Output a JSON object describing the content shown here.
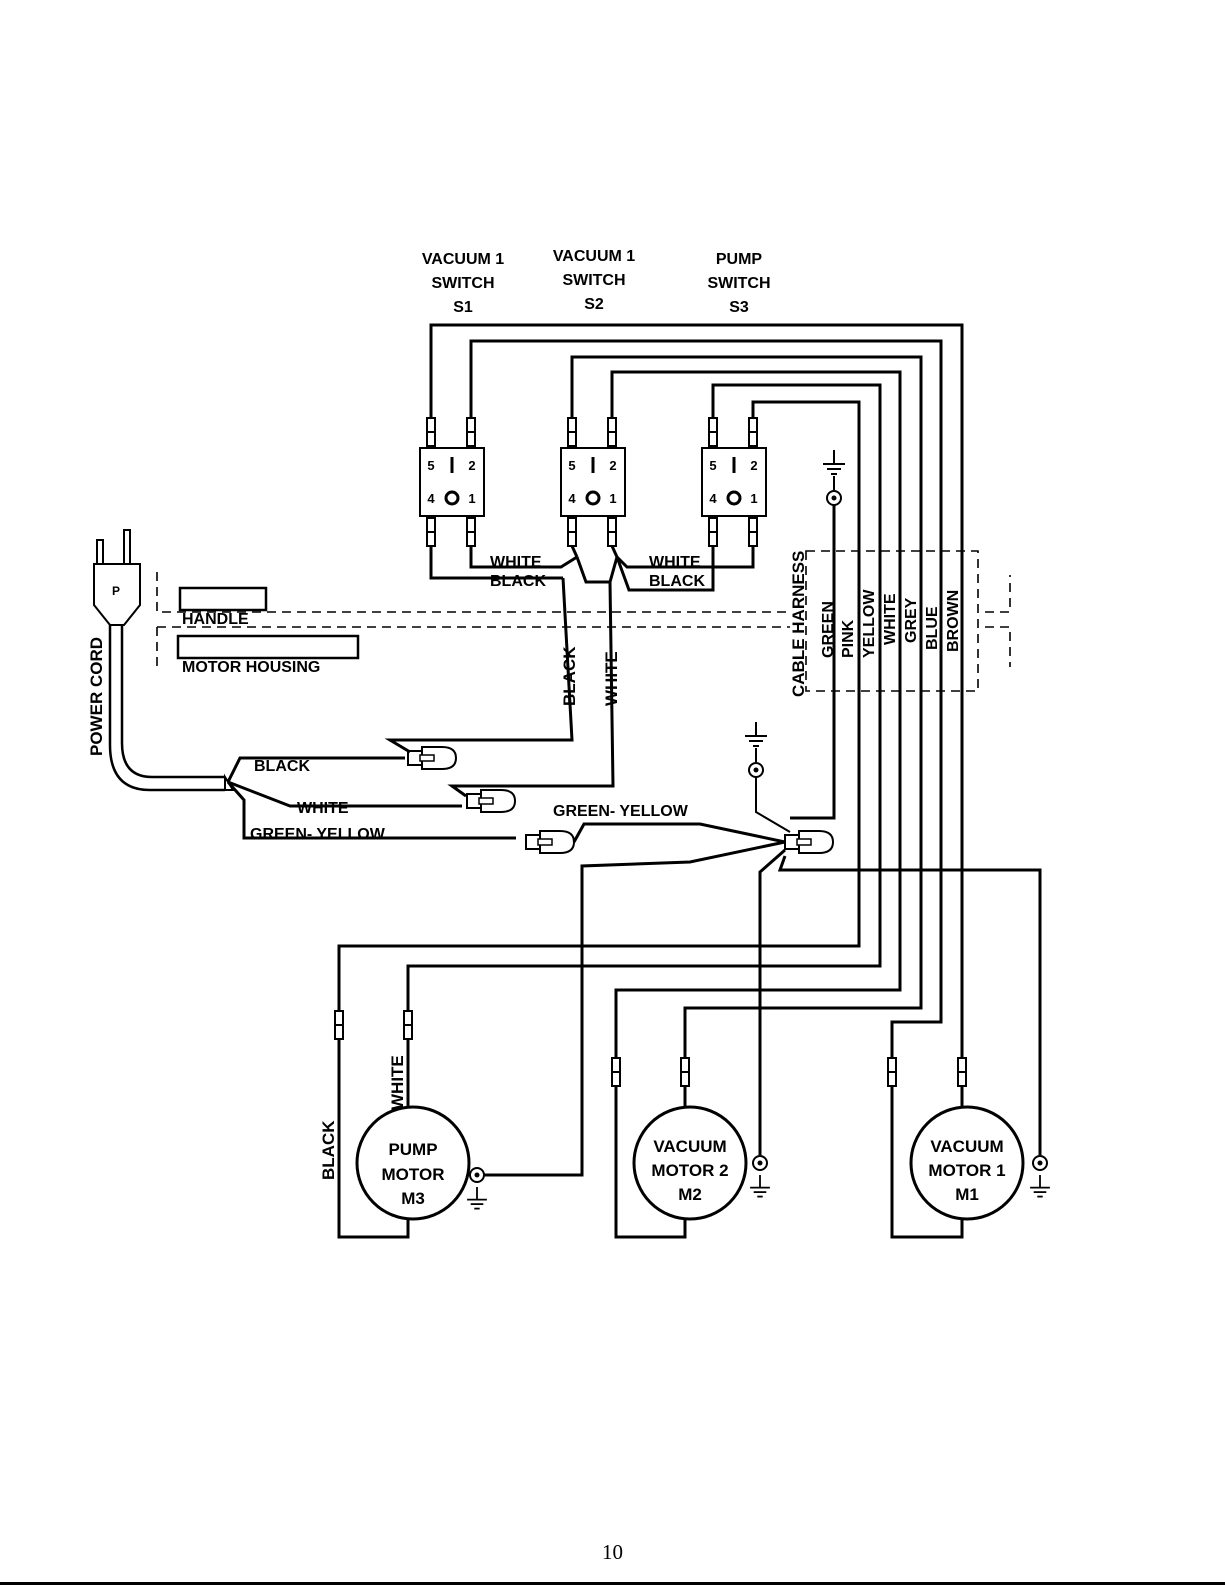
{
  "switches": [
    {
      "line1": "VACUUM  1",
      "line2": "SWITCH",
      "line3": "S1"
    },
    {
      "line1": "VACUUM  1",
      "line2": "SWITCH",
      "line3": "S2"
    },
    {
      "line1": "PUMP",
      "line2": "SWITCH",
      "line3": "S3"
    }
  ],
  "terminal_marks": {
    "t5": "5",
    "t2": "2",
    "t4": "4",
    "t1": "1"
  },
  "labels": {
    "plug": "P",
    "power_cord": "POWER CORD",
    "handle": "HANDLE",
    "motor_housing": "MOTOR HOUSING",
    "cable_harness": "CABLE HARNESS",
    "white": "WHITE",
    "black": "BLACK",
    "green_yellow": "GREEN- YELLOW"
  },
  "harness_wires": [
    "GREEN",
    "PINK",
    "YELLOW",
    "WHITE",
    "GREY",
    "BLUE",
    "BROWN"
  ],
  "motors": [
    {
      "line1": "PUMP",
      "line2": "MOTOR",
      "line3": "M3"
    },
    {
      "line1": "VACUUM",
      "line2": "MOTOR 2",
      "line3": "M2"
    },
    {
      "line1": "VACUUM",
      "line2": "MOTOR 1",
      "line3": "M1"
    }
  ],
  "page_number": "10"
}
